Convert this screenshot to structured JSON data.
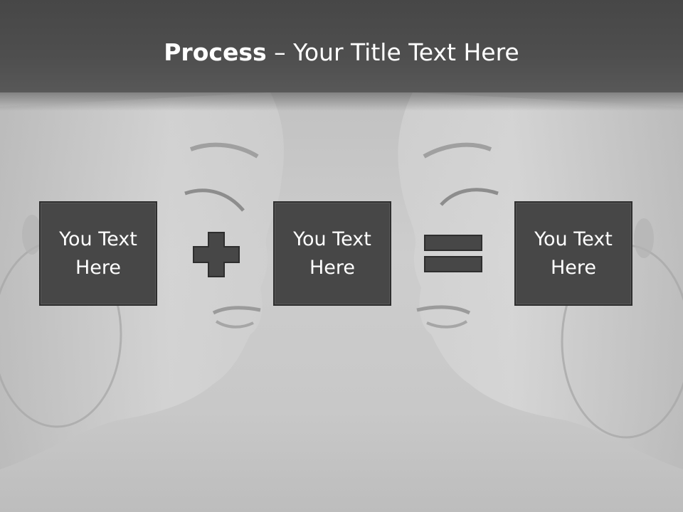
{
  "title": {
    "bold": "Process",
    "rest": " – Your Title Text Here"
  },
  "boxes": [
    {
      "text": "You Text Here"
    },
    {
      "text": "You Text Here"
    },
    {
      "text": "You Text Here"
    }
  ],
  "operators": [
    "plus-icon",
    "equals-icon"
  ],
  "colors": {
    "title_bar": "#4a4a4a",
    "box_fill": "#474747",
    "box_border": "#2e2e2e",
    "text": "#ffffff"
  }
}
